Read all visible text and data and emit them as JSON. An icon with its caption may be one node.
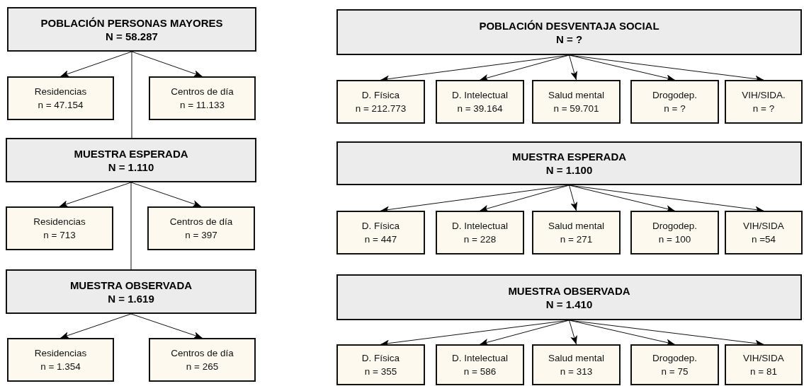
{
  "diagram": {
    "nodes": [
      {
        "text": [
          "POBLACIÓN PERSONAS MAYORES",
          "N = 58.287"
        ]
      },
      {
        "text": [
          "Residencias",
          "n = 47.154"
        ]
      },
      {
        "text": [
          "Centros de día",
          "n = 11.133"
        ]
      },
      {
        "text": [
          "MUESTRA ESPERADA",
          "N = 1.110"
        ]
      },
      {
        "text": [
          "Residencias",
          "n = 713"
        ]
      },
      {
        "text": [
          "Centros de día",
          "n = 397"
        ]
      },
      {
        "text": [
          "MUESTRA OBSERVADA",
          "N = 1.619"
        ]
      },
      {
        "text": [
          "Residencias",
          "n = 1.354"
        ]
      },
      {
        "text": [
          "Centros de día",
          "n = 265"
        ]
      },
      {
        "text": [
          "POBLACIÓN DESVENTAJA SOCIAL",
          "N = ?"
        ]
      },
      {
        "text": [
          "D. Física",
          "n = 212.773"
        ]
      },
      {
        "text": [
          "D. Intelectual",
          "n = 39.164"
        ]
      },
      {
        "text": [
          "Salud mental",
          "n = 59.701"
        ]
      },
      {
        "text": [
          "Drogodep.",
          "n = ?"
        ]
      },
      {
        "text": [
          "VIH/SIDA.",
          "n = ?"
        ]
      },
      {
        "text": [
          "MUESTRA ESPERADA",
          "N = 1.100"
        ]
      },
      {
        "text": [
          "D. Física",
          "n = 447"
        ]
      },
      {
        "text": [
          "D. Intelectual",
          "n = 228"
        ]
      },
      {
        "text": [
          "Salud mental",
          "n = 271"
        ]
      },
      {
        "text": [
          "Drogodep.",
          "n = 100"
        ]
      },
      {
        "text": [
          "VIH/SIDA",
          "n =54"
        ]
      },
      {
        "text": [
          "MUESTRA OBSERVADA",
          "N = 1.410"
        ]
      },
      {
        "text": [
          "D. Física",
          "n = 355"
        ]
      },
      {
        "text": [
          "D. Intelectual",
          "n = 586"
        ]
      },
      {
        "text": [
          "Salud mental",
          "n = 313"
        ]
      },
      {
        "text": [
          "Drogodep.",
          "n = 75"
        ]
      },
      {
        "text": [
          "VIH/SIDA",
          "n = 81"
        ]
      }
    ],
    "edges": [
      {
        "from": 0,
        "to": 1,
        "arrow": "to"
      },
      {
        "from": 0,
        "to": 2,
        "arrow": "to"
      },
      {
        "from": 0,
        "to": 3,
        "arrow": "none"
      },
      {
        "from": 3,
        "to": 4,
        "arrow": "to"
      },
      {
        "from": 3,
        "to": 5,
        "arrow": "to"
      },
      {
        "from": 3,
        "to": 6,
        "arrow": "none"
      },
      {
        "from": 6,
        "to": 7,
        "arrow": "to"
      },
      {
        "from": 6,
        "to": 8,
        "arrow": "to"
      },
      {
        "from": 9,
        "to": 10,
        "arrow": "to"
      },
      {
        "from": 9,
        "to": 11,
        "arrow": "to"
      },
      {
        "from": 9,
        "to": 12,
        "arrow": "to"
      },
      {
        "from": 9,
        "to": 13,
        "arrow": "to"
      },
      {
        "from": 9,
        "to": 14,
        "arrow": "to"
      },
      {
        "from": 15,
        "to": 16,
        "arrow": "to"
      },
      {
        "from": 15,
        "to": 17,
        "arrow": "to"
      },
      {
        "from": 15,
        "to": 18,
        "arrow": "to"
      },
      {
        "from": 15,
        "to": 19,
        "arrow": "to"
      },
      {
        "from": 15,
        "to": 20,
        "arrow": "to"
      },
      {
        "from": 21,
        "to": 22,
        "arrow": "to"
      },
      {
        "from": 21,
        "to": 23,
        "arrow": "to"
      },
      {
        "from": 21,
        "to": 24,
        "arrow": "to"
      },
      {
        "from": 21,
        "to": 25,
        "arrow": "to"
      },
      {
        "from": 21,
        "to": 26,
        "arrow": "to"
      }
    ]
  }
}
